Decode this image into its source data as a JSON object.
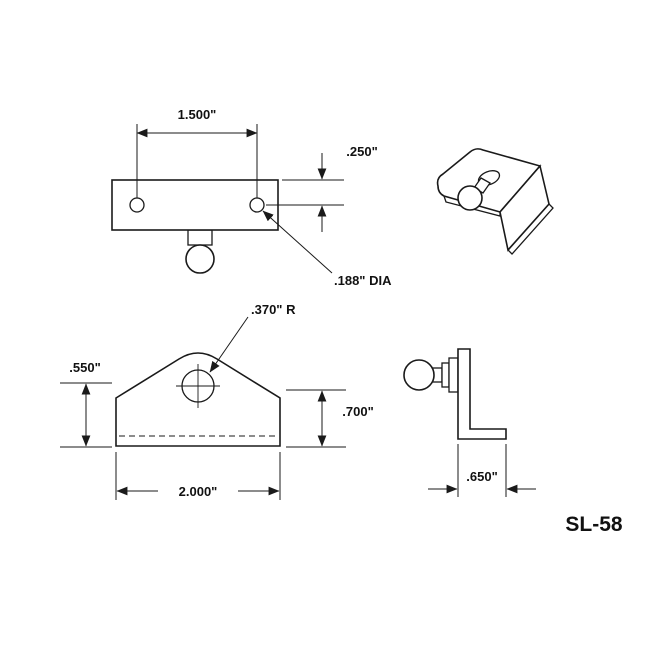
{
  "colors": {
    "background": "#ffffff",
    "line": "#1a1a1a",
    "text": "#111111"
  },
  "part": {
    "number": "SL-58"
  },
  "dimensions": {
    "hole_spacing": "1.500\"",
    "hole_edge_offset": ".250\"",
    "hole_diameter": ".188\" DIA",
    "peak_radius": ".370\" R",
    "shoulder_height": ".550\"",
    "overall_height": ".700\"",
    "base_width": "2.000\"",
    "base_depth": ".650\""
  }
}
